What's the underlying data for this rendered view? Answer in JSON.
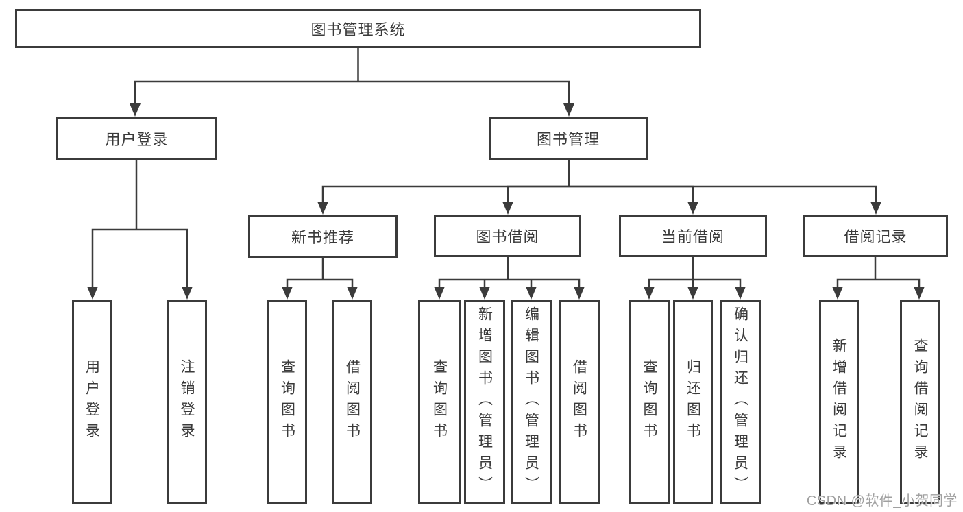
{
  "diagram": {
    "root": {
      "label": "图书管理系统"
    },
    "level2": [
      {
        "label": "用户登录"
      },
      {
        "label": "图书管理"
      }
    ],
    "level3": [
      {
        "label": "新书推荐"
      },
      {
        "label": "图书借阅"
      },
      {
        "label": "当前借阅"
      },
      {
        "label": "借阅记录"
      }
    ],
    "leaves": {
      "user_login": [
        "用户登录",
        "注销登录"
      ],
      "new_books": [
        "查询图书",
        "借阅图书"
      ],
      "book_borrow": [
        "查询图书",
        "新增图书（管理员）",
        "编辑图书（管理员）",
        "借阅图书"
      ],
      "current_borrow": [
        "查询图书",
        "归还图书",
        "确认归还（管理员）"
      ],
      "borrow_records": [
        "新增借阅记录",
        "查询借阅记录"
      ]
    },
    "colors": {
      "line": "#3b3b3b",
      "text": "#3a3a3a",
      "watermark": "#a0a0a0"
    }
  },
  "watermark": {
    "text": "CSDN @软件_小贺同学"
  }
}
